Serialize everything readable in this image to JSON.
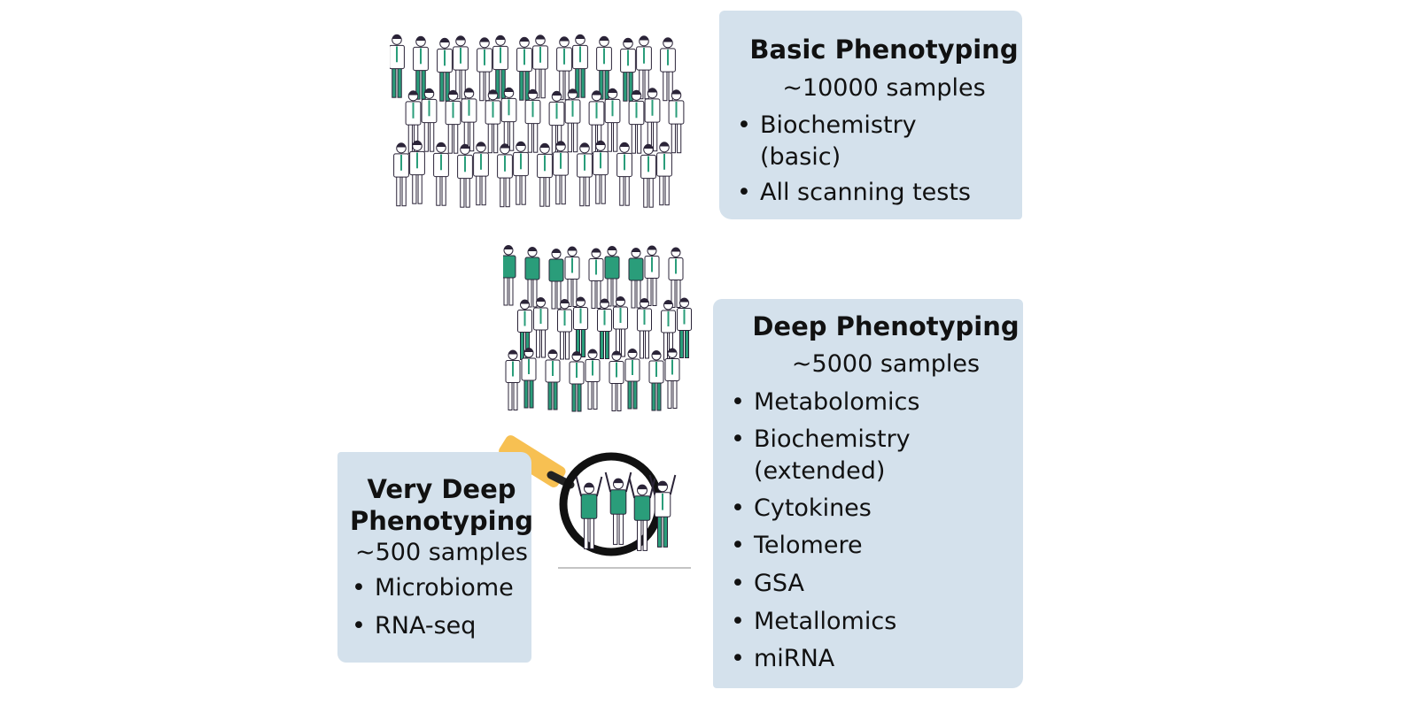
{
  "basic": {
    "title": "Basic Phenotyping",
    "samples": "~10000 samples",
    "items": [
      "Biochemistry (basic)",
      "All scanning tests"
    ]
  },
  "deep": {
    "title": "Deep Phenotyping",
    "samples": "~5000 samples",
    "items": [
      "Metabolomics",
      "Biochemistry (extended)",
      "Cytokines",
      "Telomere",
      "GSA",
      "Metallomics",
      "miRNA"
    ]
  },
  "very_deep": {
    "title_line1": "Very Deep",
    "title_line2": "Phenotyping",
    "samples": "~500 samples",
    "items": [
      "Microbiome",
      "RNA-seq"
    ]
  },
  "colors": {
    "panel": "#d4e1ec",
    "accent_green": "#2a9d7a",
    "handle": "#f7c052",
    "outline": "#2b2438"
  }
}
